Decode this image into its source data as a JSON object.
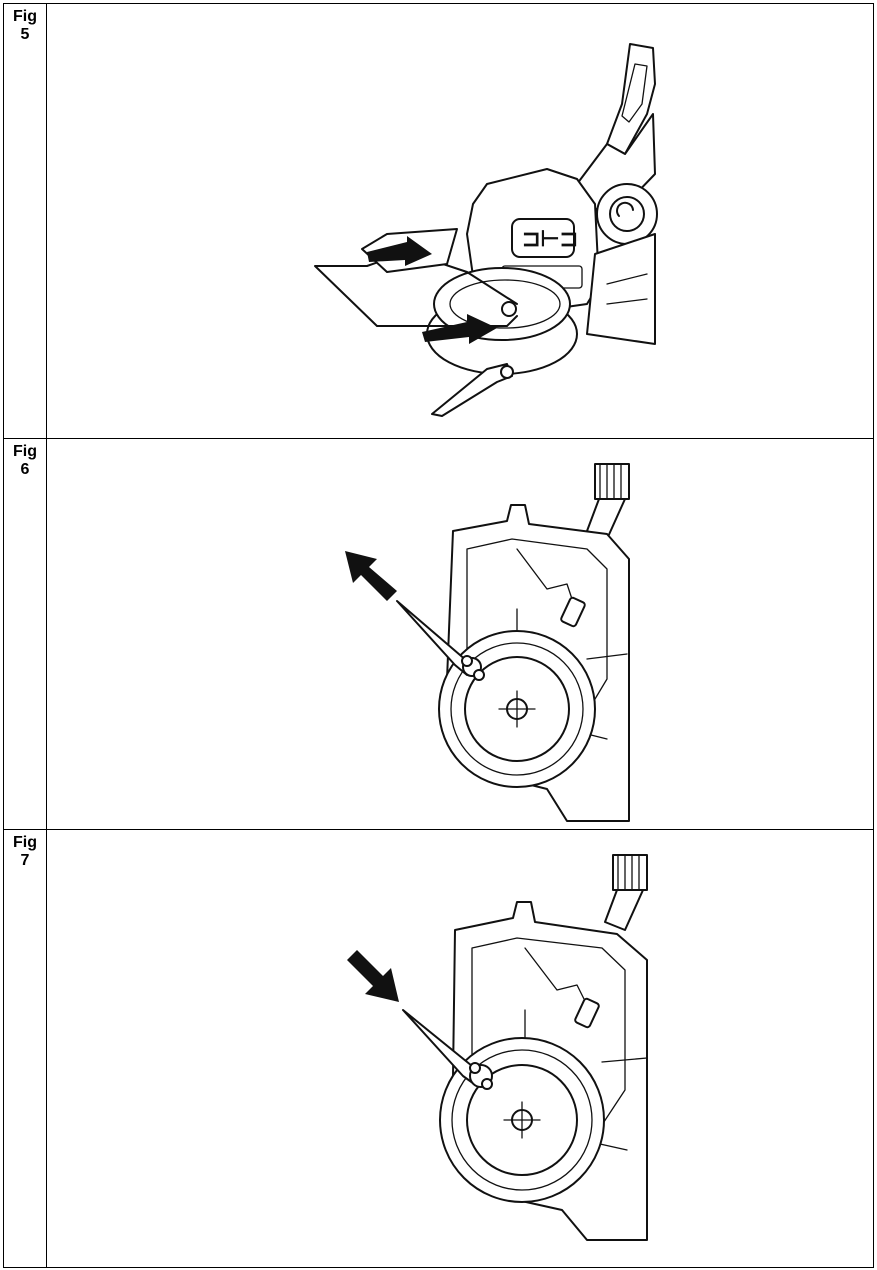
{
  "figures": [
    {
      "word": "Fig",
      "number": "5"
    },
    {
      "word": "Fig",
      "number": "6"
    },
    {
      "word": "Fig",
      "number": "7"
    }
  ],
  "colors": {
    "line": "#111111",
    "border": "#000000",
    "background": "#ffffff"
  }
}
